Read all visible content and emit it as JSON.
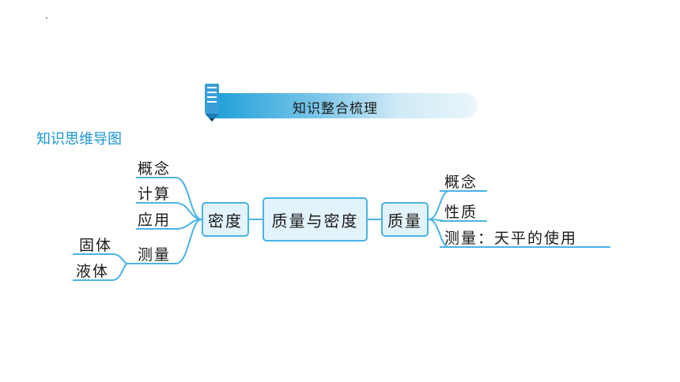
{
  "banner": {
    "title": "知识整合梳理"
  },
  "section": {
    "heading": "知识思维导图"
  },
  "center": {
    "label": "质量与密度"
  },
  "left": {
    "label": "密度",
    "children": [
      "概念",
      "计算",
      "应用",
      "测量"
    ],
    "measure_children": [
      "固体",
      "液体"
    ]
  },
  "right": {
    "label": "质量",
    "children": [
      "概念",
      "性质",
      "测量：天平的使用"
    ]
  },
  "colors": {
    "accent": "#1a96d6",
    "line": "#4ab3e3",
    "node_fill": "#e2f3fb"
  }
}
